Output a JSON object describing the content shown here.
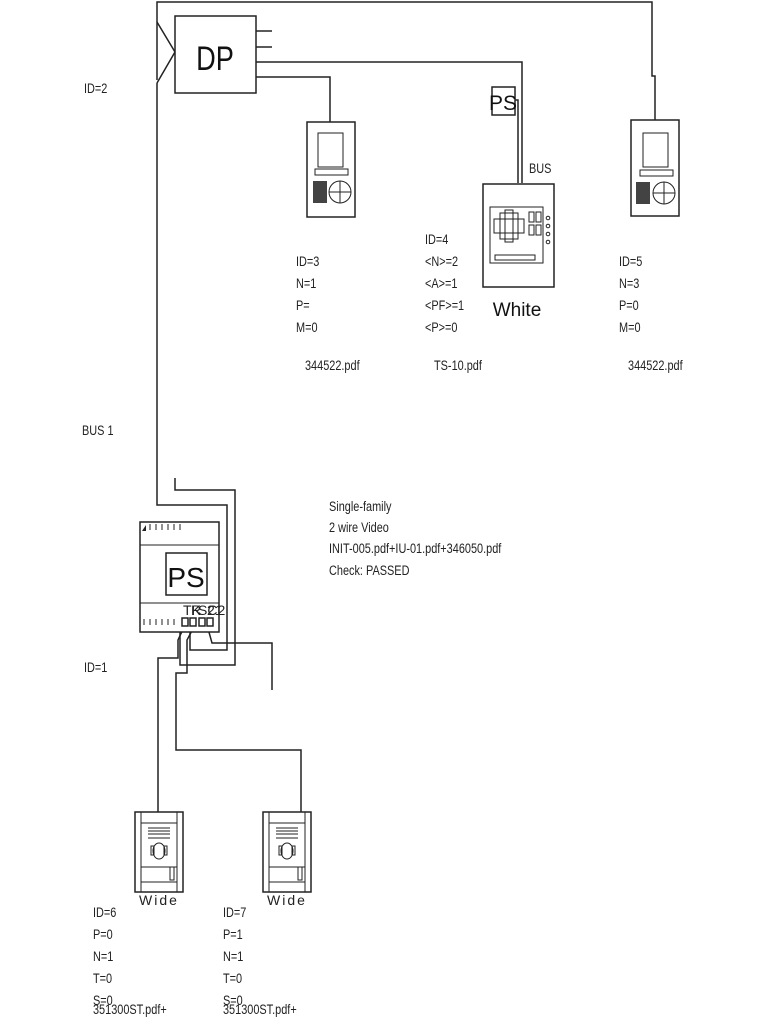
{
  "diagram": {
    "dp": {
      "label": "DP"
    },
    "labels": {
      "dp_id": "ID=2",
      "bus1": "BUS 1",
      "ps_id": "ID=1",
      "bus": "BUS"
    },
    "small_ps": {
      "label": "PS"
    },
    "main_ps": {
      "label": "PS",
      "terminals": [
        "TK",
        "R",
        "SC2",
        "21"
      ]
    },
    "monitor_left": {
      "lines": [
        "ID=3",
        "N=1",
        "P=",
        "M=0"
      ],
      "file": "344522.pdf"
    },
    "touchscreen": {
      "lines": [
        "ID=4",
        "<N>=2",
        "<A>=1",
        "<PF>=1",
        "<P>=0"
      ],
      "caption": "White",
      "file": "TS-10.pdf"
    },
    "monitor_right": {
      "lines": [
        "ID=5",
        "N=3",
        "P=0",
        "M=0"
      ],
      "file": "344522.pdf"
    },
    "system_info": {
      "lines": [
        "Single-family",
        "2 wire Video",
        "INIT-005.pdf+IU-01.pdf+346050.pdf",
        "Check: PASSED"
      ]
    },
    "entrance_left": {
      "caption": "Wide",
      "lines": [
        "ID=6",
        "P=0",
        "N=1",
        "T=0",
        "S=0"
      ],
      "file": "351300ST.pdf+"
    },
    "entrance_right": {
      "caption": "Wide",
      "lines": [
        "ID=7",
        "P=1",
        "N=1",
        "T=0",
        "S=0"
      ],
      "file": "351300ST.pdf+"
    }
  }
}
